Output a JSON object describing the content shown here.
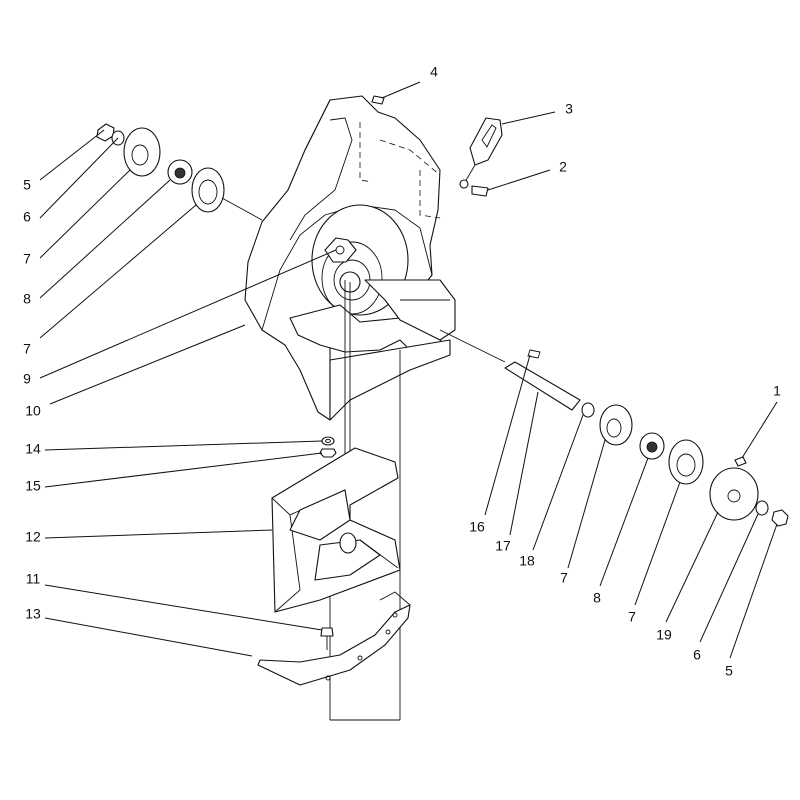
{
  "diagram": {
    "callouts": [
      {
        "id": "c-4-top",
        "text": "4"
      },
      {
        "id": "c-3",
        "text": "3"
      },
      {
        "id": "c-2",
        "text": "2"
      },
      {
        "id": "c-5-left",
        "text": "5"
      },
      {
        "id": "c-6-left",
        "text": "6"
      },
      {
        "id": "c-7-left-a",
        "text": "7"
      },
      {
        "id": "c-8-left",
        "text": "8"
      },
      {
        "id": "c-7-left-b",
        "text": "7"
      },
      {
        "id": "c-9",
        "text": "9"
      },
      {
        "id": "c-10",
        "text": "10"
      },
      {
        "id": "c-14",
        "text": "14"
      },
      {
        "id": "c-15",
        "text": "15"
      },
      {
        "id": "c-12",
        "text": "12"
      },
      {
        "id": "c-11",
        "text": "11"
      },
      {
        "id": "c-13",
        "text": "13"
      },
      {
        "id": "c-1",
        "text": "1"
      },
      {
        "id": "c-16",
        "text": "16"
      },
      {
        "id": "c-17",
        "text": "17"
      },
      {
        "id": "c-18",
        "text": "18"
      },
      {
        "id": "c-7-right-a",
        "text": "7"
      },
      {
        "id": "c-8-right",
        "text": "8"
      },
      {
        "id": "c-7-right-b",
        "text": "7"
      },
      {
        "id": "c-19",
        "text": "19"
      },
      {
        "id": "c-6-right",
        "text": "6"
      },
      {
        "id": "c-5-right",
        "text": "5"
      }
    ]
  }
}
